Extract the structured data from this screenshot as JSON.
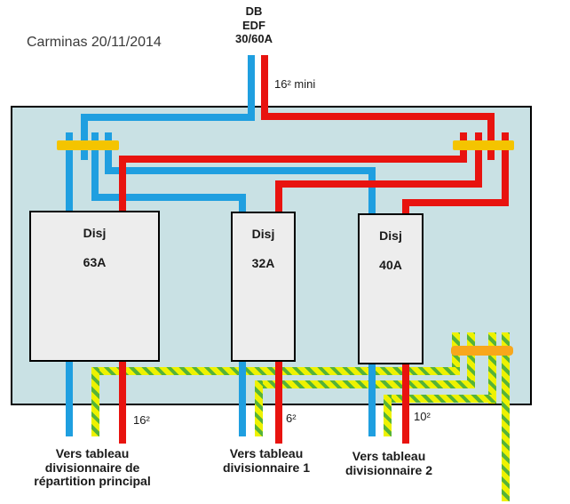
{
  "title": "Carminas 20/11/2014",
  "supply": {
    "labels": [
      "DB",
      "EDF",
      "30/60A"
    ],
    "section_label": "16² mini"
  },
  "breakers": [
    {
      "name": "Disj",
      "rating": "63A"
    },
    {
      "name": "Disj",
      "rating": "32A"
    },
    {
      "name": "Disj",
      "rating": "40A"
    }
  ],
  "outputs": [
    {
      "section": "16²",
      "label": [
        "Vers tableau",
        "divisionnaire de",
        "répartition principal"
      ]
    },
    {
      "section": "6²",
      "label": [
        "Vers tableau",
        "divisionnaire 1"
      ]
    },
    {
      "section": "10²",
      "label": [
        "Vers tableau",
        "divisionnaire 2"
      ]
    }
  ],
  "colors": {
    "wire-neutral": "#1f9fe0",
    "wire-live": "#e8130f",
    "busbar-yellow": "#f4c400",
    "busbar-earth": "#f8a71b",
    "earth-yellow": "#eef200",
    "earth-green": "#55b339",
    "panel-fill": "#c9e1e4",
    "box-fill": "#ededed"
  }
}
